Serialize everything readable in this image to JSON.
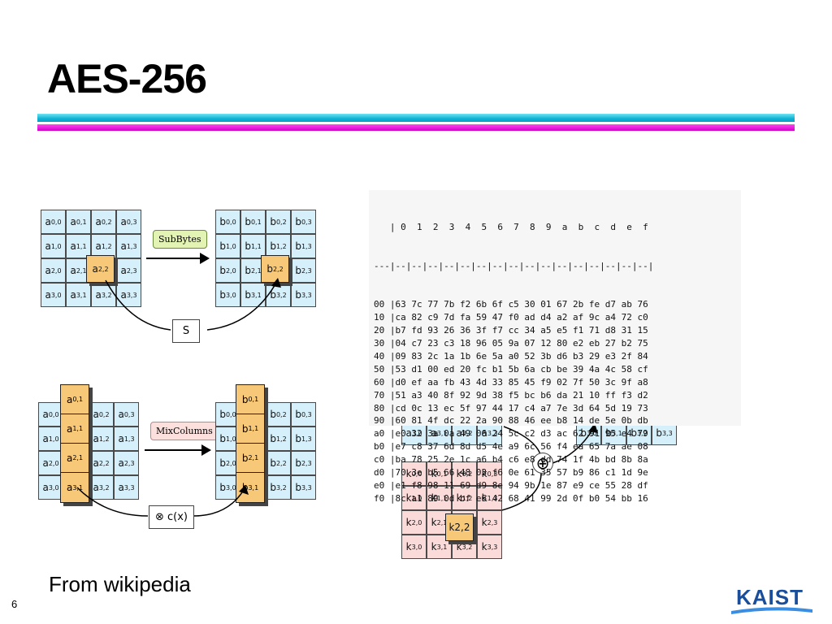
{
  "title": "AES-256",
  "footer": "From wikipedia",
  "page_number": "6",
  "logo_text": "KAIST",
  "subbytes": {
    "label": "SubBytes",
    "op": "S",
    "a": [
      [
        "a0,0",
        "a0,1",
        "a0,2",
        "a0,3"
      ],
      [
        "a1,0",
        "a1,1",
        "a1,2",
        "a1,3"
      ],
      [
        "a2,0",
        "a2,1",
        "a2,2",
        "a2,3"
      ],
      [
        "a3,0",
        "a3,1",
        "a3,2",
        "a3,3"
      ]
    ],
    "b": [
      [
        "b0,0",
        "b0,1",
        "b0,2",
        "b0,3"
      ],
      [
        "b1,0",
        "b1,1",
        "b1,2",
        "b1,3"
      ],
      [
        "b2,0",
        "b2,1",
        "b2,2",
        "b2,3"
      ],
      [
        "b3,0",
        "b3,1",
        "b3,2",
        "b3,3"
      ]
    ]
  },
  "mixcolumns": {
    "label": "MixColumns",
    "op": "⊗ c(x)",
    "a_col": [
      "a0,1",
      "a1,1",
      "a2,1",
      "a3,1"
    ],
    "b_col": [
      "b0,1",
      "b1,1",
      "b2,1",
      "b3,1"
    ]
  },
  "addroundkey": {
    "op": "⊕",
    "k": [
      [
        "k0,0",
        "k0,1",
        "k0,2",
        "k0,3"
      ],
      [
        "k1,0",
        "k1,1",
        "k1,2",
        "k1,3"
      ],
      [
        "k2,0",
        "k2,1",
        "k2,2",
        "k2,3"
      ],
      [
        "k3,0",
        "k3,1",
        "k3,2",
        "k3,3"
      ]
    ],
    "k_hl": "k2,2"
  },
  "sbox": {
    "header": "   | 0  1  2  3  4  5  6  7  8  9  a  b  c  d  e  f",
    "divider": "---|--|--|--|--|--|--|--|--|--|--|--|--|--|--|--|--|",
    "rows": [
      "00 |63 7c 77 7b f2 6b 6f c5 30 01 67 2b fe d7 ab 76",
      "10 |ca 82 c9 7d fa 59 47 f0 ad d4 a2 af 9c a4 72 c0",
      "20 |b7 fd 93 26 36 3f f7 cc 34 a5 e5 f1 71 d8 31 15",
      "30 |04 c7 23 c3 18 96 05 9a 07 12 80 e2 eb 27 b2 75",
      "40 |09 83 2c 1a 1b 6e 5a a0 52 3b d6 b3 29 e3 2f 84",
      "50 |53 d1 00 ed 20 fc b1 5b 6a cb be 39 4a 4c 58 cf",
      "60 |d0 ef aa fb 43 4d 33 85 45 f9 02 7f 50 3c 9f a8",
      "70 |51 a3 40 8f 92 9d 38 f5 bc b6 da 21 10 ff f3 d2",
      "80 |cd 0c 13 ec 5f 97 44 17 c4 a7 7e 3d 64 5d 19 73",
      "90 |60 81 4f dc 22 2a 90 88 46 ee b8 14 de 5e 0b db",
      "a0 |e0 32 3a 0a 49 06 24 5c c2 d3 ac 62 91 95 e4 79",
      "b0 |e7 c8 37 6d 8d d5 4e a9 6c 56 f4 ea 65 7a ae 08",
      "c0 |ba 78 25 2e 1c a6 b4 c6 e8 dd 74 1f 4b bd 8b 8a",
      "d0 |70 3e b5 66 48 03 f6 0e 61 35 57 b9 86 c1 1d 9e",
      "e0 |e1 f8 98 11 69 d9 8e 94 9b 1e 87 e9 ce 55 28 df",
      "f0 |8c a1 89 0d bf e6 42 68 41 99 2d 0f b0 54 bb 16"
    ]
  }
}
